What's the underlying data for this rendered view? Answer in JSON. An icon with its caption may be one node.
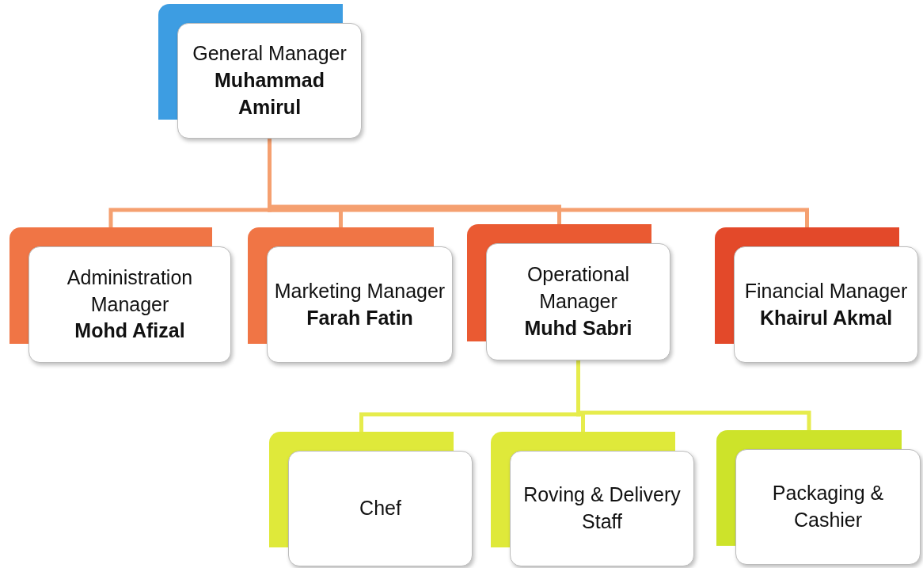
{
  "diagram": {
    "nodes": [
      {
        "text": [
          "General Manager",
          "Muhammad Amirul"
        ]
      },
      {
        "text": [
          "Administration Manager",
          "Mohd Afizal"
        ]
      },
      {
        "text": [
          "Marketing Manager",
          "Farah Fatin"
        ]
      },
      {
        "text": [
          "Operational Manager",
          "Muhd Sabri"
        ]
      },
      {
        "text": [
          "Financial Manager",
          "Khairul Akmal"
        ]
      },
      {
        "text": [
          "Chef"
        ]
      },
      {
        "text": [
          "Roving & Delivery Staff"
        ]
      },
      {
        "text": [
          "Packaging & Cashier"
        ]
      }
    ],
    "edges": [
      {
        "from": 0,
        "to": 1,
        "arrow": "none"
      },
      {
        "from": 0,
        "to": 2,
        "arrow": "none"
      },
      {
        "from": 0,
        "to": 3,
        "arrow": "none"
      },
      {
        "from": 0,
        "to": 4,
        "arrow": "none"
      },
      {
        "from": 3,
        "to": 5,
        "arrow": "none",
        "color": "#e6ec4c"
      },
      {
        "from": 3,
        "to": 6,
        "arrow": "none",
        "color": "#e6ec4c"
      },
      {
        "from": 3,
        "to": 7,
        "arrow": "none",
        "color": "#e6ec4c"
      }
    ]
  }
}
